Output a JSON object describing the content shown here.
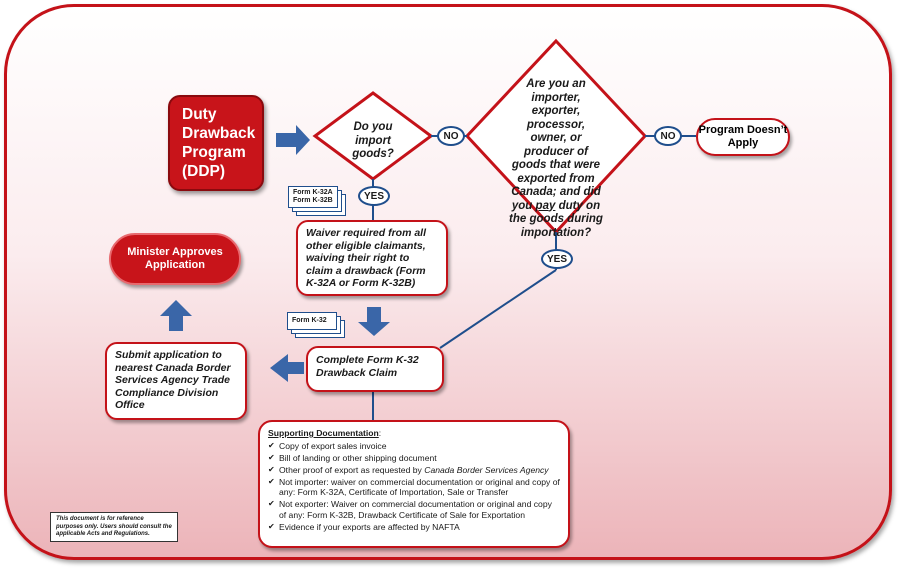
{
  "start": "Duty Drawback Program (DDP)",
  "decision_import": "Do you import goods?",
  "decision_role": "Are you an importer, exporter, processor, owner, or producer of goods that were exported from Canada; and did you",
  "decision_role_pay": "pay",
  "decision_role_end": "duty on the goods during importation?",
  "no_label_1": "NO",
  "no_label_2": "NO",
  "yes_label_1": "YES",
  "yes_label_2": "YES",
  "program_not_apply": "Program Doesn’t Apply",
  "form_k32a": "Form K-32A",
  "form_k32b": "Form K-32B",
  "form_k32": "Form K-32",
  "waiver": "Waiver required from all other eligible claimants, waiving their right to claim a drawback (Form K-32A or Form K-32B)",
  "complete_form": "Complete Form K-32 Drawback Claim",
  "submit": "Submit application to nearest Canada Border Services Agency Trade Compliance Division Office",
  "minister": "Minister Approves Application",
  "supporting": {
    "heading": "Supporting Documentation",
    "colon": ":",
    "item1": "Copy of export sales invoice",
    "item2": "Bill of landing or other shipping document",
    "item3_pre": "Other proof of export as requested by",
    "item3_em": "Canada Border Services Agency",
    "item4": "Not importer: waiver on commercial documentation or original and copy of any: Form K-32A, Certificate of Importation, Sale or Transfer",
    "item5": "Not exporter: Waiver on commercial documentation or original and copy of any: Form K-32B, Drawback Certificate of Sale for Exportation",
    "item6": "Evidence if your exports are affected by NAFTA"
  },
  "disclaimer": "This document is for reference purposes only. Users should consult the applicable Acts and Regulations.",
  "colors": {
    "red": "#c8141a",
    "blue": "#1f4e8c",
    "arrow_blue": "#3a66a8"
  }
}
